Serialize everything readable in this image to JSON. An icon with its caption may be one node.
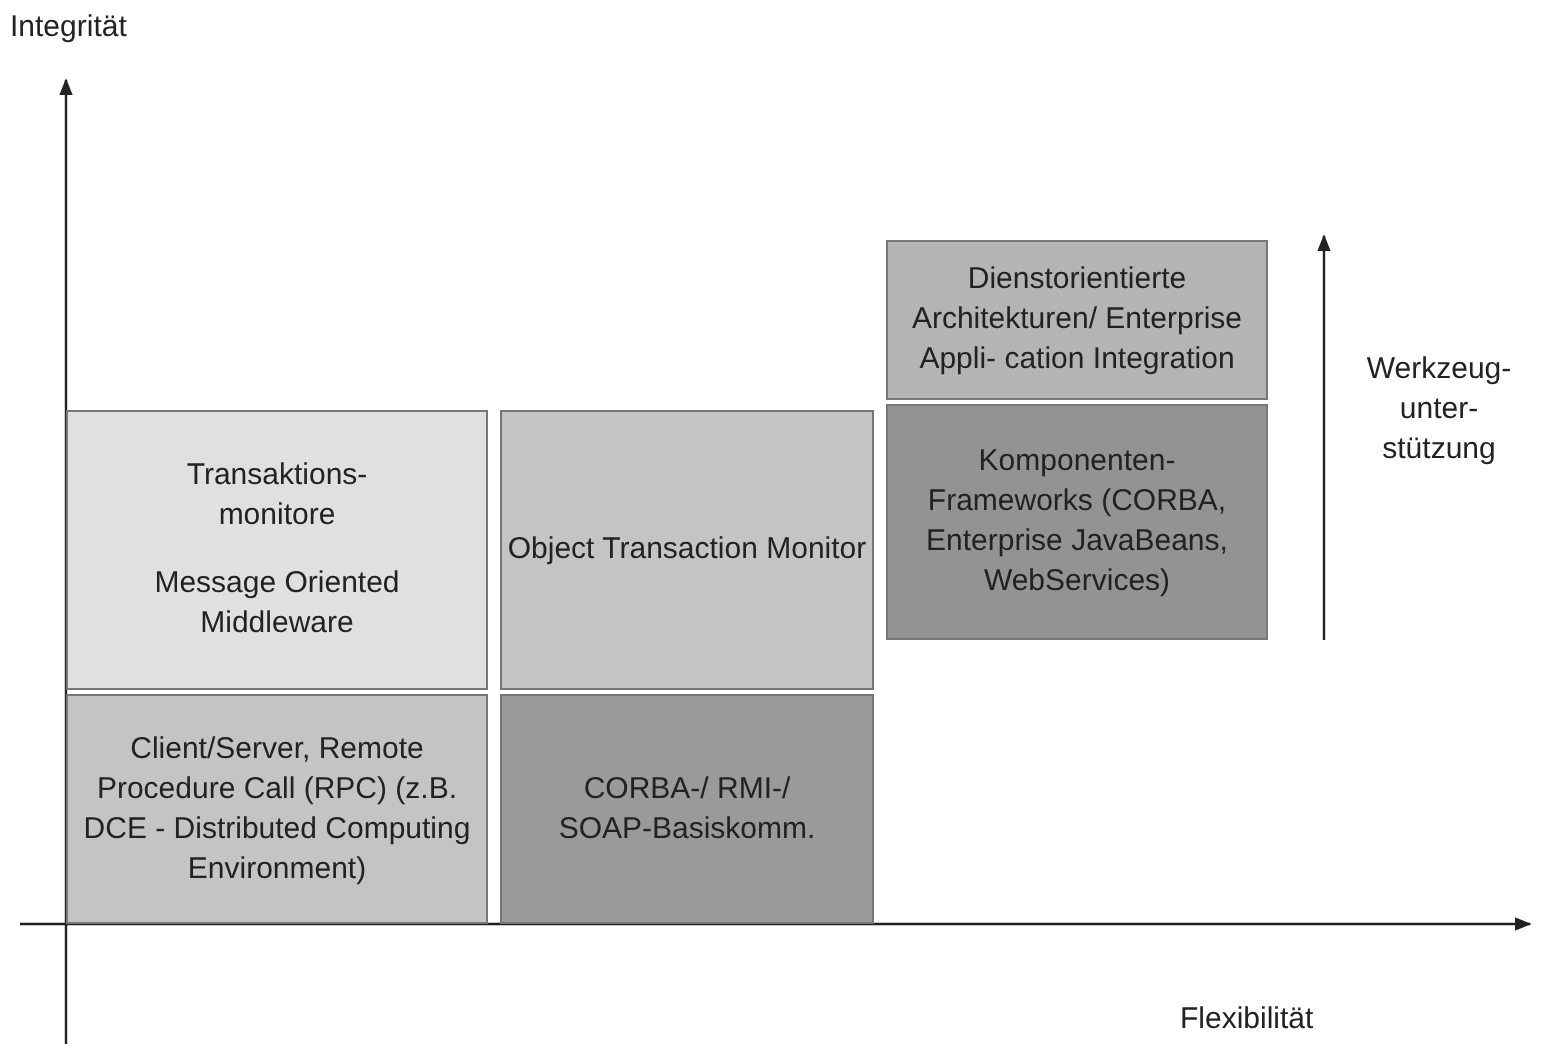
{
  "diagram": {
    "nodes": [
      {
        "text": [
          "Transaktions- monitore",
          "Message Oriented Middleware"
        ]
      },
      {
        "text": [
          "Client/Server, Remote Procedure Call (RPC) (z.B. DCE - Distributed Computing Environment)"
        ]
      },
      {
        "text": [
          "Object Transaction Monitor"
        ]
      },
      {
        "text": [
          "CORBA-/ RMI-/ SOAP-Basiskomm."
        ]
      },
      {
        "text": [
          "Dienstorientierte Architekturen/ Enterprise Appli- cation Integration"
        ]
      },
      {
        "text": [
          "Komponenten- Frameworks (CORBA, Enterprise JavaBeans, WebServices)"
        ]
      }
    ],
    "edges": [],
    "labels": [
      "Integrität",
      "Werkzeug- unter- stützung",
      "Flexibilität"
    ]
  }
}
